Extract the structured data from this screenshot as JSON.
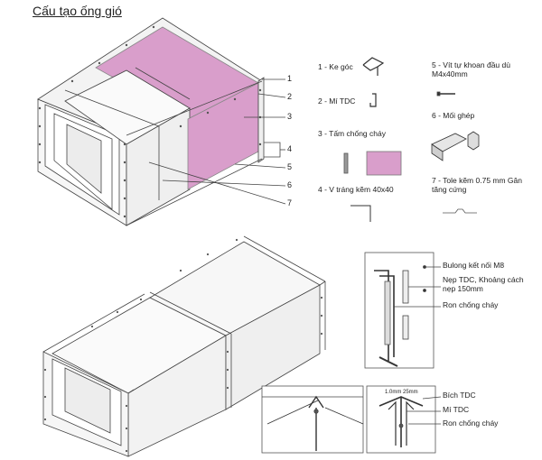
{
  "title": "Cấu tạo ống gió",
  "callout_numbers": [
    "1",
    "2",
    "3",
    "4",
    "5",
    "6",
    "7"
  ],
  "legend": {
    "item1": "1 - Ke góc",
    "item2": "2 - Mí TDC",
    "item3": "3 - Tấm chống cháy",
    "item4": "4 - V tráng kẽm 40x40",
    "item5": "5 - Vít tự khoan đầu dù M4x40mm",
    "item6": "6 - Mối ghép",
    "item7": "7 - Tole kẽm 0.75 mm Gân tăng cứng"
  },
  "detail_labels": {
    "bolt": "Bulong kết nối M8",
    "nep": "Nẹp TDC, Khoảng cách nẹp 150mm",
    "ron1": "Ron chống cháy",
    "bich": "Bích TDC",
    "mi": "Mí TDC",
    "ron2": "Ron chống cháy",
    "small": "1.0mm 25mm"
  },
  "colors": {
    "fireproof": "#d99ecb",
    "line": "#444444",
    "face": "#f4f4f4"
  }
}
